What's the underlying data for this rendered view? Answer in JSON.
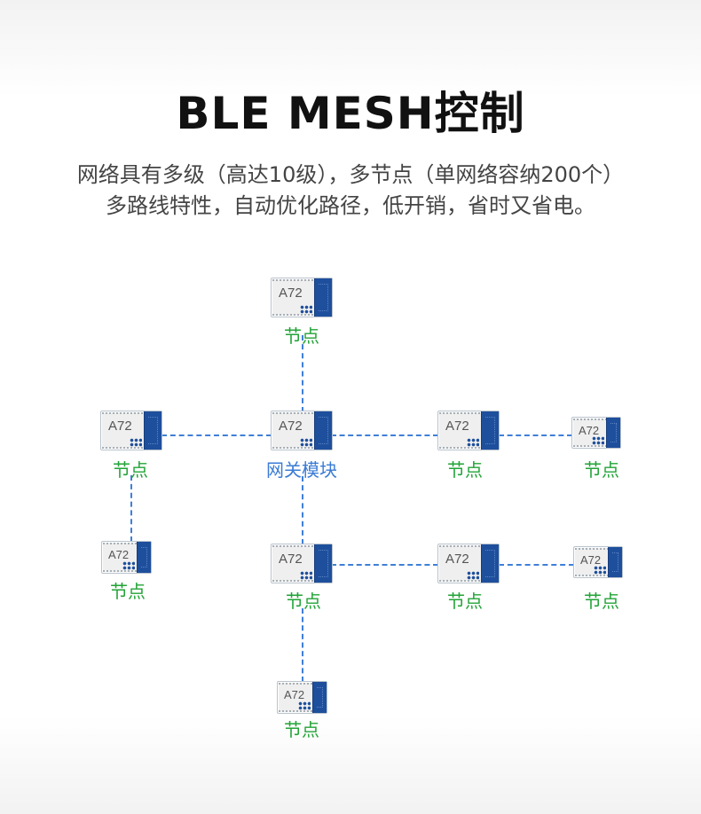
{
  "header": {
    "title": "BLE MESH控制",
    "subtitle_line1": "网络具有多级（高达10级），多节点（单网络容纳200个）",
    "subtitle_line2": "多路线特性，自动优化路径，低开销，省时又省电。"
  },
  "diagram": {
    "module_model": "A72",
    "node_label": "节点",
    "gateway_label": "网关模块",
    "nodes": [
      {
        "id": "top",
        "label": "节点"
      },
      {
        "id": "left",
        "label": "节点"
      },
      {
        "id": "gateway",
        "label": "网关模块"
      },
      {
        "id": "mid-right",
        "label": "节点"
      },
      {
        "id": "far-right",
        "label": "节点"
      },
      {
        "id": "left-lower",
        "label": "节点"
      },
      {
        "id": "center-lower",
        "label": "节点"
      },
      {
        "id": "lower-right",
        "label": "节点"
      },
      {
        "id": "lower-far-right",
        "label": "节点"
      },
      {
        "id": "bottom",
        "label": "节点"
      }
    ]
  },
  "colors": {
    "link": "#3f7fd8",
    "node_label": "#22a337",
    "gateway_label": "#3a7bd5",
    "module_stripe": "#1e4f9c"
  }
}
